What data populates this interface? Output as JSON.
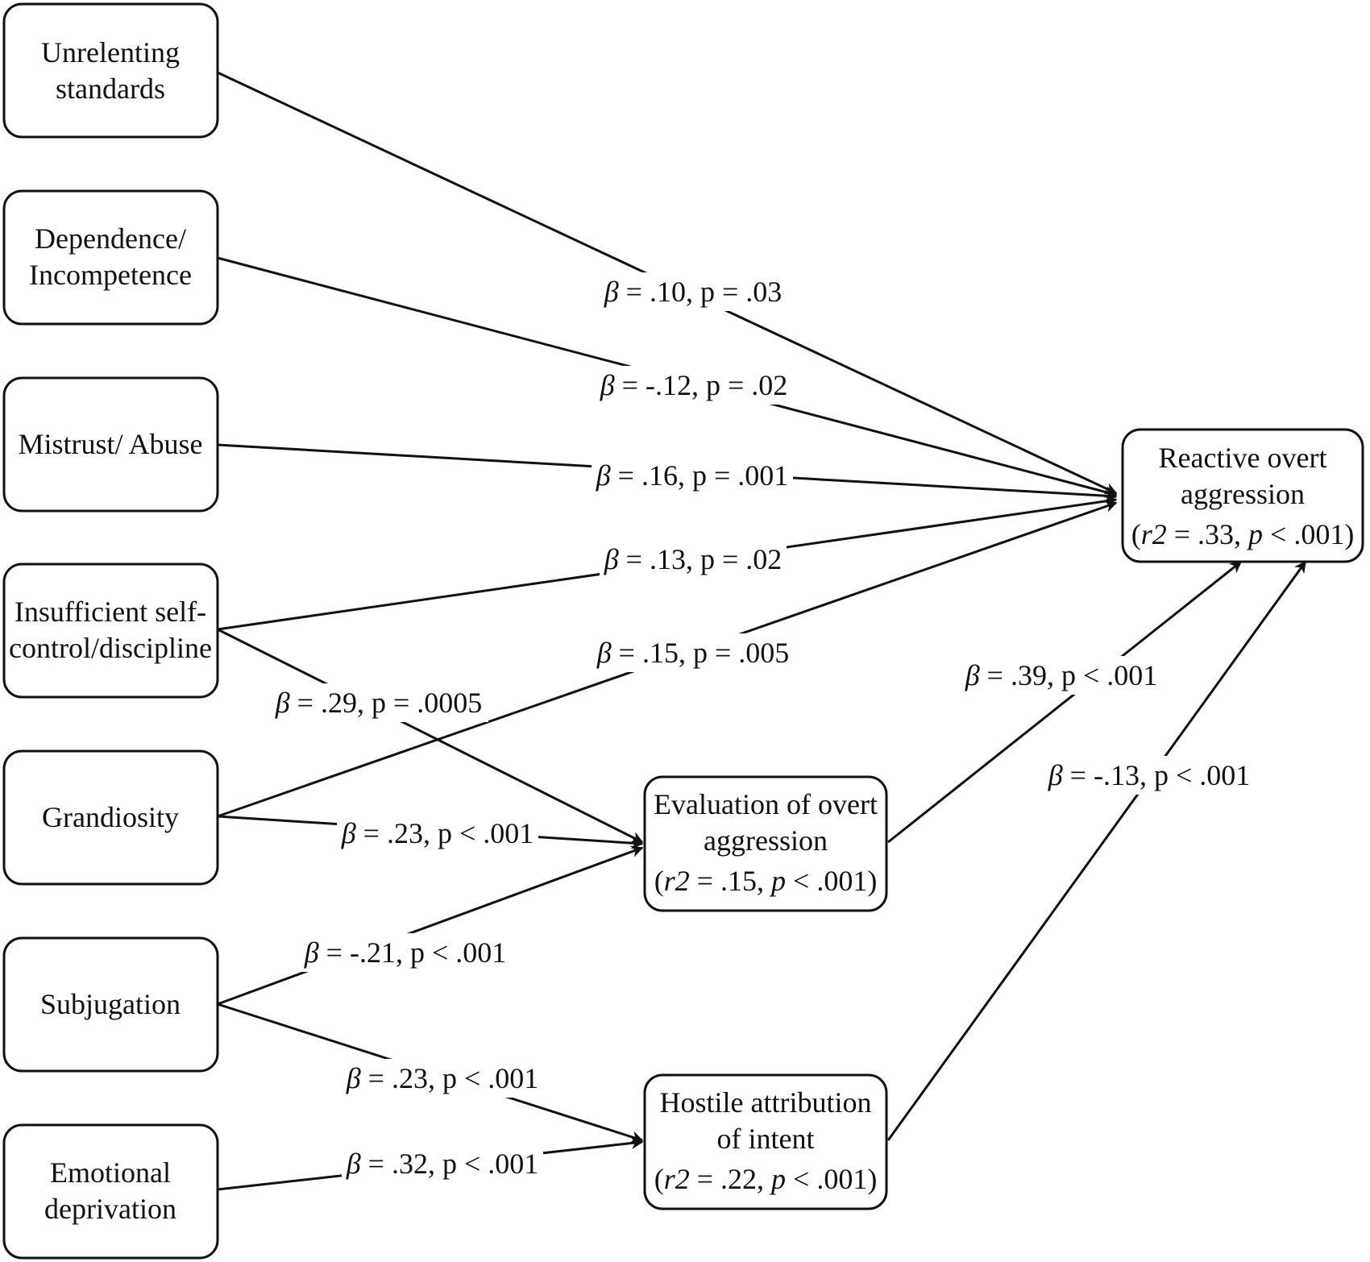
{
  "nodes": {
    "unrelenting": {
      "lines": [
        "Unrelenting",
        "standards"
      ]
    },
    "dependence": {
      "lines": [
        "Dependence/",
        "Incompetence"
      ]
    },
    "mistrust": {
      "lines": [
        "Mistrust/ Abuse"
      ]
    },
    "insufficient": {
      "lines": [
        "Insufficient self-",
        "control/discipline"
      ]
    },
    "grandiosity": {
      "lines": [
        "Grandiosity"
      ]
    },
    "subjugation": {
      "lines": [
        "Subjugation"
      ]
    },
    "emotional": {
      "lines": [
        "Emotional",
        "deprivation"
      ]
    },
    "evaluation": {
      "lines": [
        "Evaluation of overt",
        "aggression"
      ],
      "stat": {
        "open": "(",
        "r": "r2",
        "r_eq": " = .15, ",
        "p": "p",
        "p_eq": " < .001)"
      }
    },
    "hostile": {
      "lines": [
        "Hostile attribution",
        "of intent"
      ],
      "stat": {
        "open": "(",
        "r": "r2",
        "r_eq": " = .22, ",
        "p": "p",
        "p_eq": " < .001)"
      }
    },
    "reactive": {
      "lines": [
        "Reactive overt",
        "aggression"
      ],
      "stat": {
        "open": "(",
        "r": "r2",
        "r_eq": " = .33, ",
        "p": "p",
        "p_eq": " < .001)"
      }
    }
  },
  "edges": [
    {
      "id": "unrelenting-reactive",
      "beta": "β",
      "text": " = .10, p = .03"
    },
    {
      "id": "dependence-reactive",
      "beta": "β",
      "text": " = -.12, p = .02"
    },
    {
      "id": "mistrust-reactive",
      "beta": "β",
      "text": " = .16, p = .001"
    },
    {
      "id": "insufficient-reactive",
      "beta": "β",
      "text": " = .13, p = .02"
    },
    {
      "id": "grandiosity-reactive",
      "beta": "β",
      "text": " = .15, p = .005"
    },
    {
      "id": "insufficient-evaluation",
      "beta": "β",
      "text": " = .29, p = .0005"
    },
    {
      "id": "grandiosity-evaluation",
      "beta": "β",
      "text": " = .23, p < .001"
    },
    {
      "id": "subjugation-evaluation",
      "beta": "β",
      "text": " = -.21, p < .001"
    },
    {
      "id": "subjugation-hostile",
      "beta": "β",
      "text": " = .23, p < .001"
    },
    {
      "id": "emotional-hostile",
      "beta": "β",
      "text": " = .32, p < .001"
    },
    {
      "id": "evaluation-reactive",
      "beta": "β",
      "text": " = .39, p < .001"
    },
    {
      "id": "hostile-reactive",
      "beta": "β",
      "text": " = -.13, p < .001"
    }
  ],
  "colors": {
    "stroke": "#111111",
    "background": "#ffffff"
  }
}
